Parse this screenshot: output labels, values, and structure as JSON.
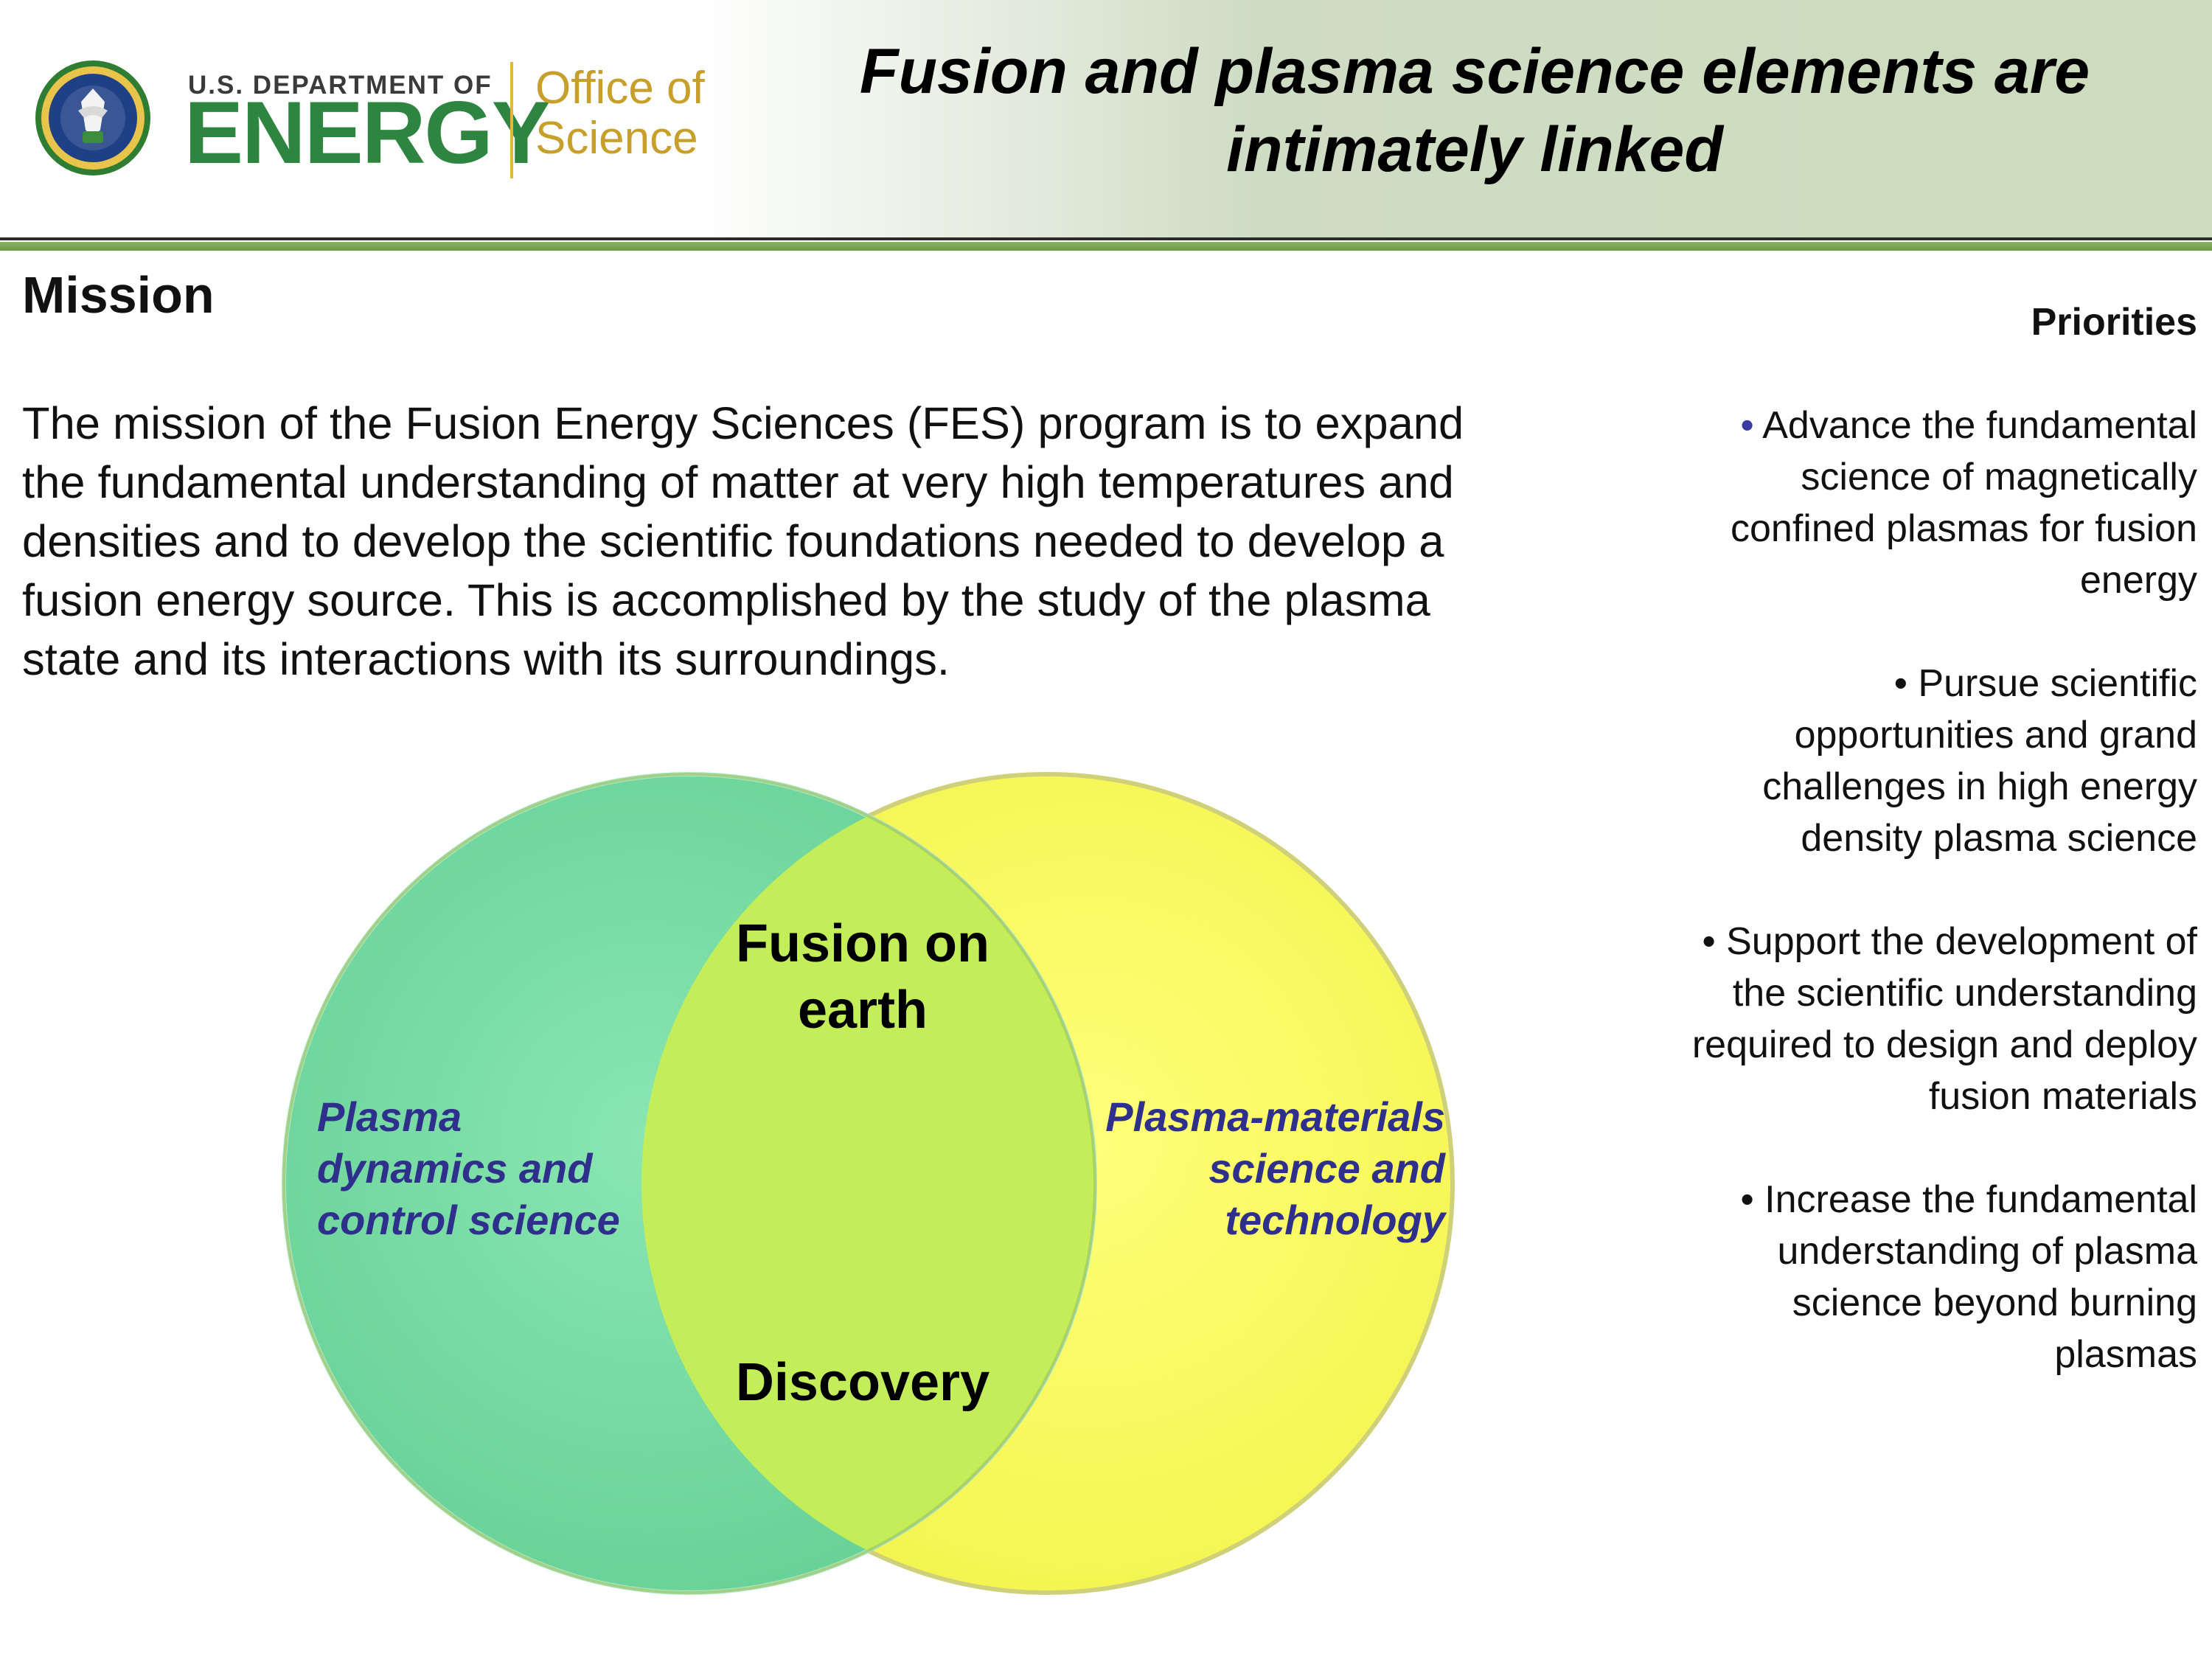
{
  "header": {
    "logo": {
      "department_line": "U.S. DEPARTMENT OF",
      "agency": "ENERGY",
      "office": "Office of\nScience",
      "seal_icon": "doe-seal-icon"
    },
    "title": "Fusion and plasma science elements are intimately linked"
  },
  "mission": {
    "heading": "Mission",
    "body": "The mission of the Fusion Energy Sciences (FES) program is to expand the fundamental understanding of matter at very high temperatures and densities and to develop the scientific foundations needed to develop a fusion energy source. This is accomplished by the study of the plasma state and its interactions with its surroundings."
  },
  "priorities": {
    "heading": "Priorities",
    "bullet": "•",
    "items": [
      "Advance the fundamental science of magnetically confined plasmas for fusion energy",
      "Pursue scientific opportunities and grand challenges in high energy density plasma science",
      "Support the development of the scientific understanding required to design and deploy fusion materials",
      "Increase the fundamental understanding of plasma science beyond burning plasmas"
    ]
  },
  "venn": {
    "left_label": "Plasma dynamics and control science",
    "right_label": "Plasma-materials science and technology",
    "overlap_top": "Fusion on earth",
    "overlap_bottom": "Discovery",
    "colors": {
      "left_circle": "#6fd9a0",
      "right_circle": "#ffff55",
      "overlap": "#c3ee5a",
      "side_text": "#2f2f8c"
    }
  },
  "colors": {
    "energy_green": "#2e8540",
    "office_gold": "#c79f2a",
    "header_gradient_end": "#ccdcbc",
    "rule_green": "#7aa654"
  }
}
